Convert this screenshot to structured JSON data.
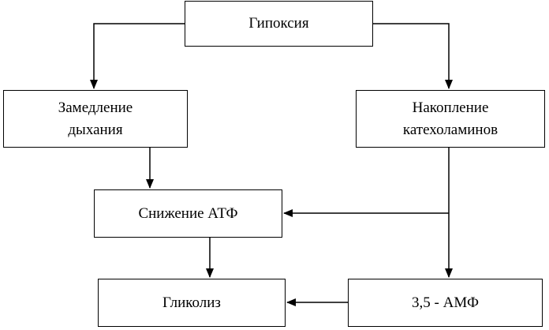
{
  "diagram": {
    "nodes": {
      "hypoxia": "Гипоксия",
      "breathing_slowdown": "Замедление\nдыхания",
      "catecholamine_accumulation": "Накопление\nкатехоламинов",
      "atp_decrease": "Снижение АТФ",
      "glycolysis": "Гликолиз",
      "amp": "3,5 - АМФ"
    },
    "edges": [
      {
        "from": "hypoxia",
        "to": "breathing_slowdown"
      },
      {
        "from": "hypoxia",
        "to": "catecholamine_accumulation"
      },
      {
        "from": "breathing_slowdown",
        "to": "atp_decrease"
      },
      {
        "from": "catecholamine_accumulation",
        "to": "atp_decrease"
      },
      {
        "from": "catecholamine_accumulation",
        "to": "amp"
      },
      {
        "from": "atp_decrease",
        "to": "glycolysis"
      },
      {
        "from": "amp",
        "to": "glycolysis"
      }
    ],
    "colors": {
      "stroke": "#000000",
      "background": "#ffffff"
    }
  }
}
